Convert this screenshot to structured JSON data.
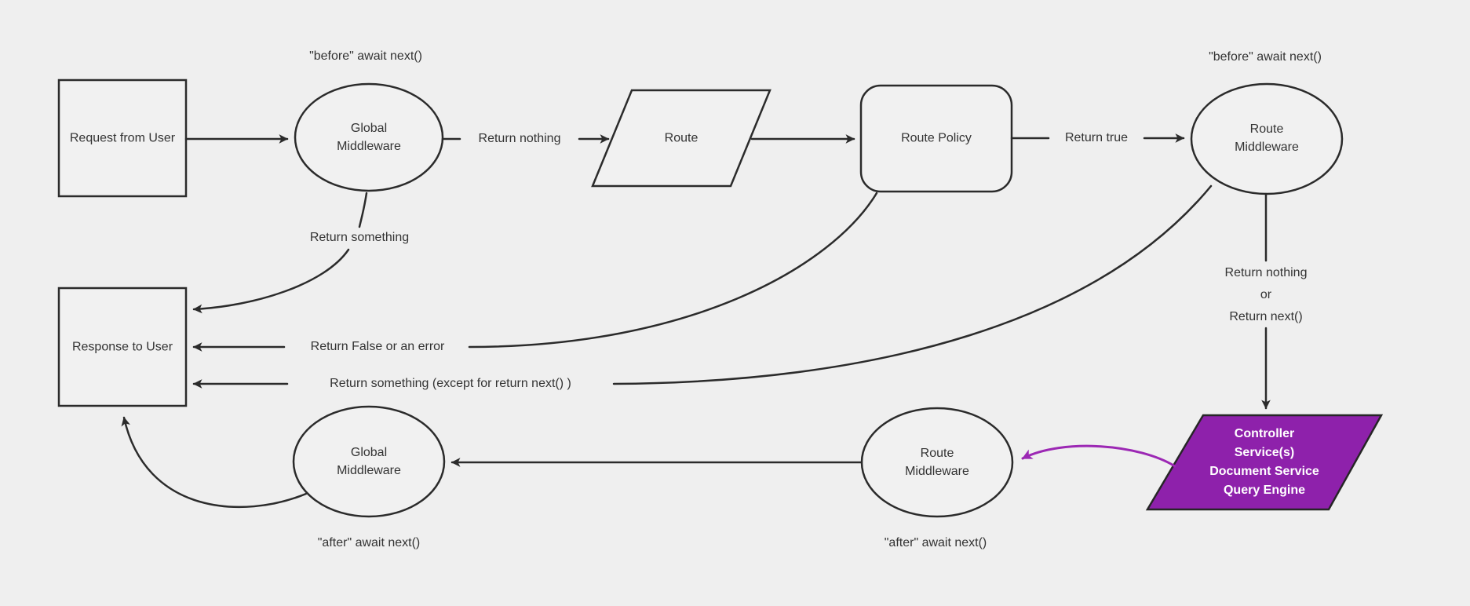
{
  "diagram": {
    "title_hint": "middleware request lifecycle flowchart",
    "colors": {
      "bg": "#efefef",
      "stroke": "#2b2b2b",
      "node-fill": "#f1f1f1",
      "text": "#333333",
      "purple-fill": "#8e21ab",
      "purple-arrow": "#9c28b4",
      "white": "#ffffff"
    }
  },
  "nodes": {
    "request": {
      "label": "Request from User"
    },
    "global_middleware_top": {
      "label": "Global Middleware"
    },
    "route": {
      "label": "Route"
    },
    "route_policy": {
      "label": "Route Policy"
    },
    "route_middleware_top": {
      "label": "Route Middleware"
    },
    "response": {
      "label": "Response to User"
    },
    "global_middleware_bottom": {
      "label": "Global Middleware"
    },
    "route_middleware_bottom": {
      "label": "Route Middleware"
    },
    "controller": {
      "lines": [
        "Controller",
        "Service(s)",
        "Document Service",
        "Query Engine"
      ]
    }
  },
  "edge_labels": {
    "before_await_left": "\"before\" await next()",
    "before_await_right": "\"before\" await next()",
    "after_await_left": "\"after\" await next()",
    "after_await_right": "\"after\" await next()",
    "return_nothing": "Return nothing",
    "return_true": "Return true",
    "return_something": "Return something",
    "return_false_or_error": "Return False or an error",
    "return_something_except": "Return something (except for return next() )",
    "return_nothing_or": [
      "Return nothing",
      "or",
      "Return next()"
    ]
  }
}
